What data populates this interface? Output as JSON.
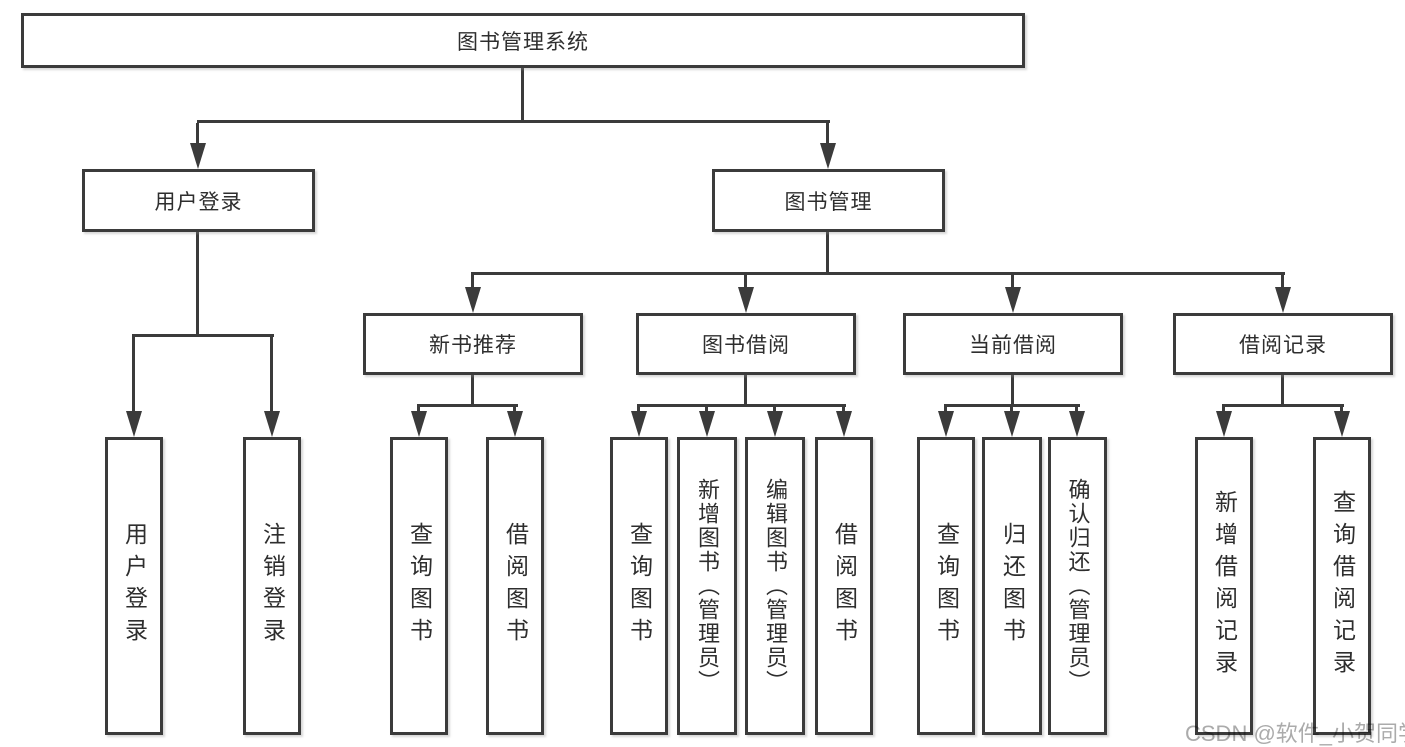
{
  "diagram": {
    "root": {
      "label": "图书管理系统"
    },
    "level2": {
      "userLogin": {
        "label": "用户登录"
      },
      "bookMgmt": {
        "label": "图书管理"
      }
    },
    "level3": {
      "newBookRec": {
        "label": "新书推荐"
      },
      "bookBorrow": {
        "label": "图书借阅"
      },
      "currentBorrow": {
        "label": "当前借阅"
      },
      "borrowRecords": {
        "label": "借阅记录"
      }
    },
    "leaves": {
      "userLogin": {
        "label": "用户登录"
      },
      "logout": {
        "label": "注销登录"
      },
      "queryBooksRec": {
        "label": "查询图书"
      },
      "borrowBooksRec": {
        "label": "借阅图书"
      },
      "queryBooksBorrow": {
        "label": "查询图书"
      },
      "addBook": {
        "label": "新增图书（管理员）"
      },
      "editBook": {
        "label": "编辑图书（管理员）"
      },
      "borrowBooksBorrow": {
        "label": "借阅图书"
      },
      "queryBooksCurrent": {
        "label": "查询图书"
      },
      "returnBook": {
        "label": "归还图书"
      },
      "confirmReturn": {
        "label": "确认归还（管理员）"
      },
      "addBorrowRecord": {
        "label": "新增借阅记录"
      },
      "queryBorrowRecord": {
        "label": "查询借阅记录"
      }
    }
  },
  "watermark": {
    "text": "CSDN @软件_小贺同学"
  },
  "colors": {
    "line": "#3b3b3b",
    "text": "#2e2e2e",
    "background": "#ffffff",
    "watermark": "#ababab"
  }
}
